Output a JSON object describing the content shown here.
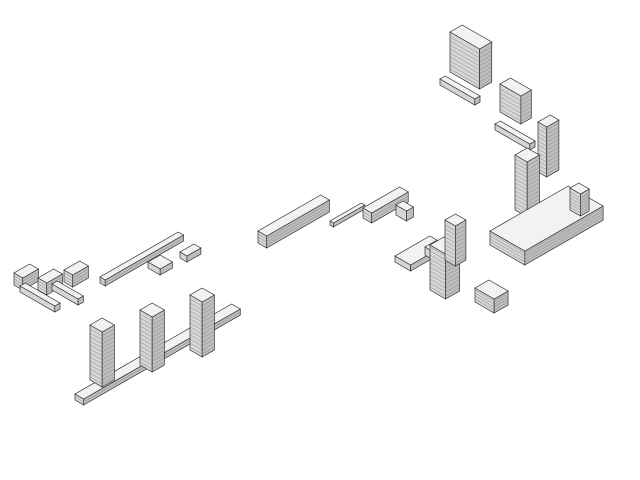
{
  "scene": {
    "background": "#ffffff",
    "colors": {
      "stroke": "#2a2a2a",
      "top_face": "#f2f2f2",
      "left_face": "#d6d6d6",
      "right_face": "#bdbdbd",
      "glass": "#8a8a8a"
    },
    "clusters": [
      "small-blocks-group",
      "low-curved-building",
      "three-residential-towers",
      "bridge-linked-buildings",
      "northeast-slab-buildings",
      "central-high-rise-complex",
      "twin-towers-with-podium"
    ]
  }
}
